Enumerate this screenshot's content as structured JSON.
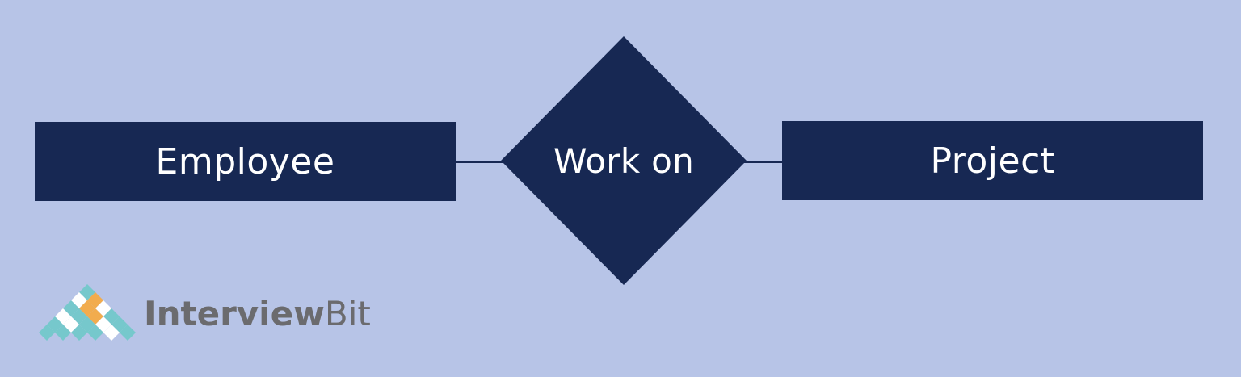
{
  "diagram": {
    "entities": [
      {
        "id": "employee",
        "label": "Employee"
      },
      {
        "id": "project",
        "label": "Project"
      }
    ],
    "relationship": {
      "label": "Work on"
    },
    "colors": {
      "background": "#b7c4e7",
      "shape_fill": "#172853",
      "shape_text": "#ffffff",
      "logo_teal": "#76c8cc",
      "logo_orange": "#f2ac4e",
      "logo_text": "#6b6b6e"
    }
  },
  "logo": {
    "icon": "interviewbit-diamond-grid-icon",
    "text_bold": "Interview",
    "text_light": "Bit"
  }
}
